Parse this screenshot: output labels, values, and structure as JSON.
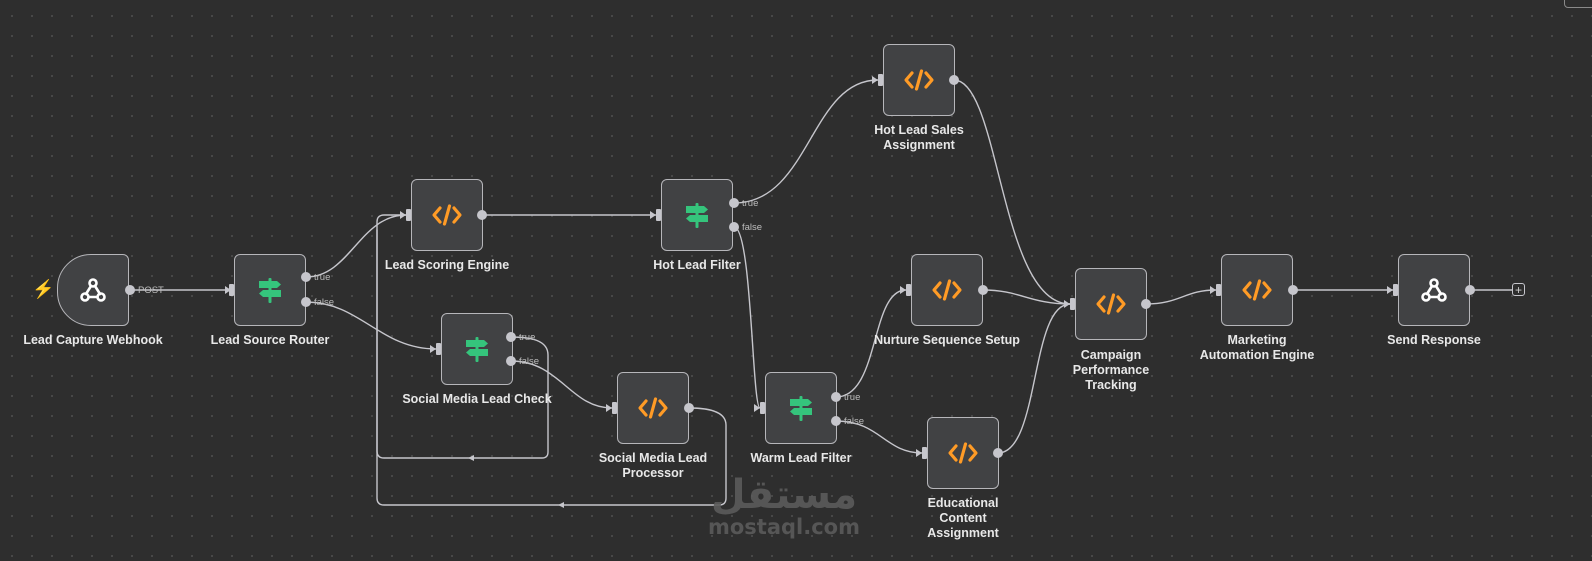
{
  "nodes": {
    "lead_capture_webhook": {
      "label": "Lead Capture Webhook",
      "icon": "webhook-icon"
    },
    "lead_source_router": {
      "label": "Lead Source Router",
      "icon": "signpost-icon"
    },
    "lead_scoring_engine": {
      "label": "Lead Scoring Engine",
      "icon": "code-icon"
    },
    "social_media_lead_check": {
      "label": "Social Media Lead Check",
      "icon": "signpost-icon"
    },
    "social_media_lead_processor": {
      "label": "Social Media Lead Processor",
      "icon": "code-icon"
    },
    "hot_lead_filter": {
      "label": "Hot Lead Filter",
      "icon": "signpost-icon"
    },
    "warm_lead_filter": {
      "label": "Warm Lead Filter",
      "icon": "signpost-icon"
    },
    "hot_lead_sales_assignment": {
      "label": "Hot Lead Sales Assignment",
      "icon": "code-icon"
    },
    "nurture_sequence_setup": {
      "label": "Nurture Sequence Setup",
      "icon": "code-icon"
    },
    "educational_content_assignment": {
      "label": "Educational Content Assignment",
      "icon": "code-icon"
    },
    "campaign_performance_tracking": {
      "label": "Campaign Performance Tracking",
      "icon": "code-icon"
    },
    "marketing_automation_engine": {
      "label": "Marketing Automation Engine",
      "icon": "code-icon"
    },
    "send_response": {
      "label": "Send Response",
      "icon": "webhook-icon"
    }
  },
  "ports": {
    "post": "POST",
    "true": "true",
    "false": "false"
  },
  "add_node_button": "+",
  "watermark": {
    "arabic": "مستقل",
    "latin": "mostaql.com"
  },
  "colors": {
    "canvas": "#2e2e2e",
    "node_fill": "#414244",
    "node_border": "#b6b6ba",
    "wire": "#c6c6cc",
    "code_icon": "#ff9b26",
    "signpost_icon": "#35c47c",
    "trigger_bolt": "#ff6d5a"
  }
}
